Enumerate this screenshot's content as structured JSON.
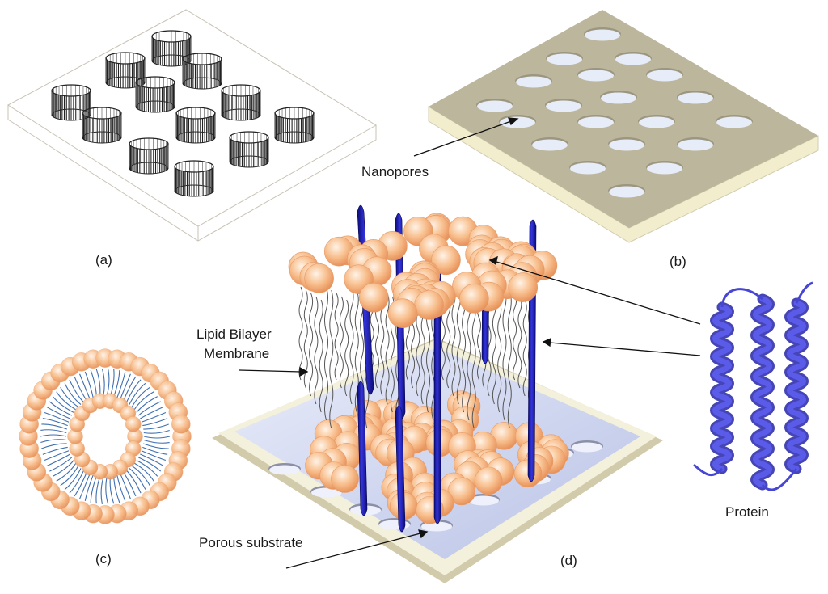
{
  "panels": {
    "a": "(a)",
    "b": "(b)",
    "c": "(c)",
    "d": "(d)"
  },
  "annotations": {
    "nanopores": "Nanopores",
    "lipid_bilayer_line1": "Lipid Bilayer",
    "lipid_bilayer_line2": "Membrane",
    "porous_substrate": "Porous substrate",
    "protein": "Protein"
  },
  "colors": {
    "substrate_top": "#bbb59a",
    "substrate_side": "#f3efd2",
    "pore": "#e6ecf8",
    "lipid_head": "#f7b98a",
    "lipid_head_highlight": "#fff1e6",
    "lipid_tail": "#555555",
    "vesicle_tail": "#3f6fb0",
    "protein_blue": "#3d3dcc",
    "tube_blue": "#1b1baa",
    "base_plate": "#d5dcef",
    "frame": "#c9c3a8"
  }
}
